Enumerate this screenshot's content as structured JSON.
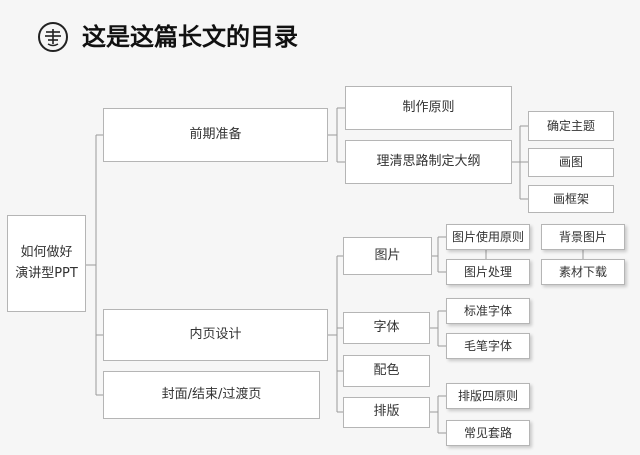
{
  "title": "这是这篇长文的目录",
  "diagram": {
    "root": [
      "如何做好",
      "演讲型PPT"
    ],
    "n_qiqi": "前期准备",
    "n_neiye": "内页设计",
    "n_fengmian": "封面/结束/过渡页",
    "n_zhizuo": "制作原则",
    "n_liqing": "理清思路制定大纲",
    "n_queding": "确定主题",
    "n_huatu": "画图",
    "n_huakuangjia": "画框架",
    "n_tupian": "图片",
    "n_ziti": "字体",
    "n_peise": "配色",
    "n_paiban": "排版",
    "n_tupian_yuanze": "图片使用原则",
    "n_tupian_chuli": "图片处理",
    "n_beijing": "背景图片",
    "n_sucai": "素材下载",
    "n_biaozhun": "标准字体",
    "n_maobi": "毛笔字体",
    "n_paiban_si": "排版四原则",
    "n_taolu": "常见套路"
  }
}
